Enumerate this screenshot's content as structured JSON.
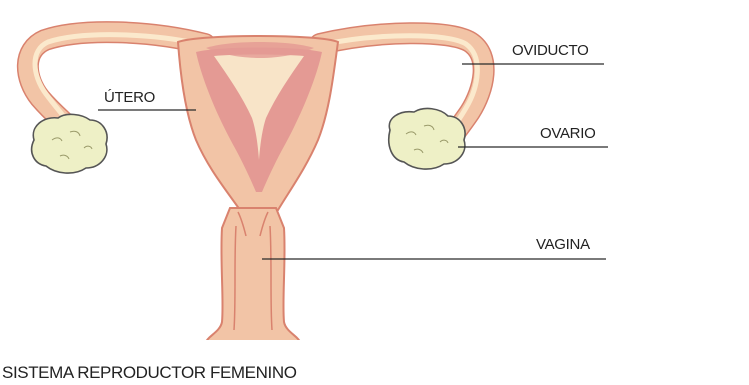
{
  "labels": {
    "utero": "ÚTERO",
    "oviducto": "OVIDUCTO",
    "ovario": "OVARIO",
    "vagina": "VAGINA"
  },
  "title": "SISTEMA REPRODUCTOR FEMENINO",
  "colors": {
    "outer_tissue": "#f2c4a6",
    "outline": "#d9826e",
    "inner_wall": "#e49a94",
    "cavity": "#f8e4c8",
    "tube_lumen": "#fbe9cc",
    "ovary_fill": "#eef0c6",
    "ovary_outline": "#555555",
    "label_text": "#222222",
    "background": "#ffffff"
  }
}
